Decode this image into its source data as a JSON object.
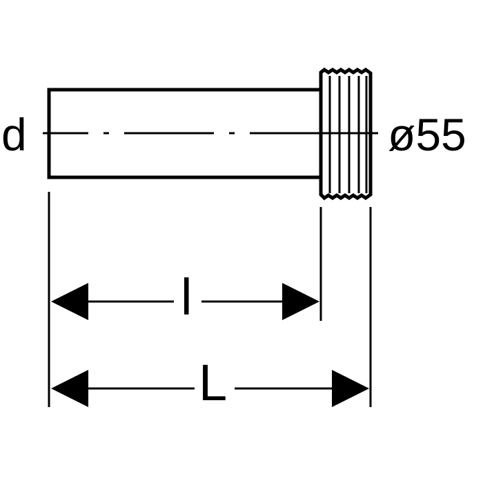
{
  "labels": {
    "pipe_diameter": "d",
    "socket_diameter": "ø55",
    "pipe_length": "l",
    "total_length": "L"
  },
  "colors": {
    "stroke": "#000000",
    "background": "#ffffff"
  }
}
